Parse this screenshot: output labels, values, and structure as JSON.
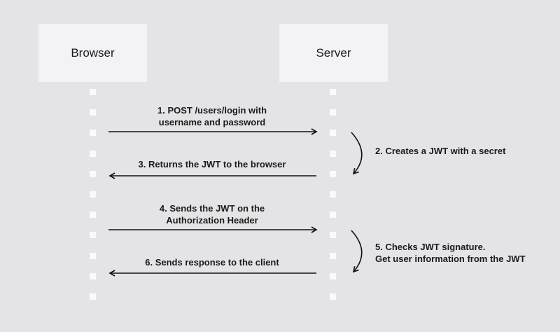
{
  "actors": {
    "browser": "Browser",
    "server": "Server"
  },
  "messages": {
    "step1": [
      "1. POST /users/login with",
      "username and password"
    ],
    "step2": [
      "2. Creates a JWT with a secret"
    ],
    "step3": [
      "3. Returns the JWT to the browser"
    ],
    "step4": [
      "4. Sends the JWT on the",
      "Authorization Header"
    ],
    "step5": [
      "5. Checks JWT signature.",
      "Get user information from the JWT"
    ],
    "step6": [
      "6. Sends response to the client"
    ]
  },
  "colors": {
    "background": "#e4e4e6",
    "actor_box": "#f3f3f5",
    "lifeline": "#fafafa",
    "arrow": "#111111"
  }
}
